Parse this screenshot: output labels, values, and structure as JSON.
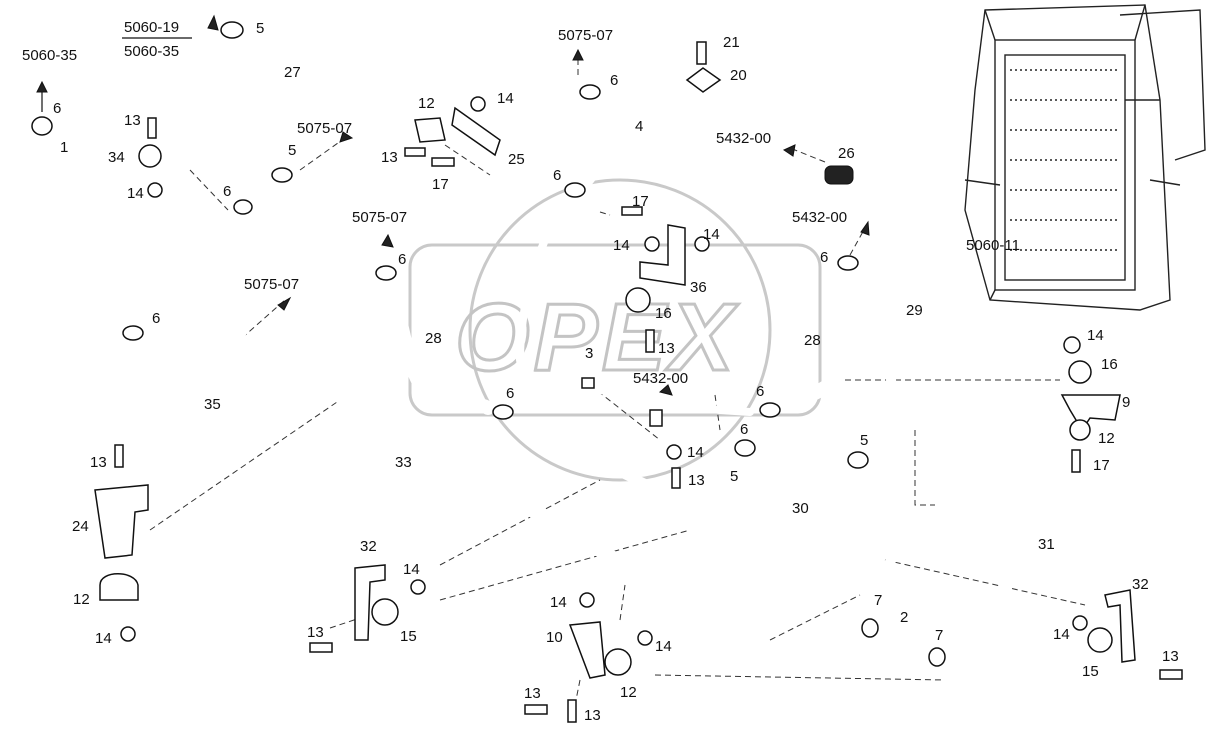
{
  "watermark": "OPEX",
  "part_labels": [
    {
      "id": "p1",
      "text": "1"
    },
    {
      "id": "p2",
      "text": "2"
    },
    {
      "id": "p3",
      "text": "3"
    },
    {
      "id": "p4",
      "text": "4"
    },
    {
      "id": "p5a",
      "text": "5"
    },
    {
      "id": "p5b",
      "text": "5"
    },
    {
      "id": "p5c",
      "text": "5"
    },
    {
      "id": "p5d",
      "text": "5"
    },
    {
      "id": "p6a",
      "text": "6"
    },
    {
      "id": "p6b",
      "text": "6"
    },
    {
      "id": "p6c",
      "text": "6"
    },
    {
      "id": "p6d",
      "text": "6"
    },
    {
      "id": "p6e",
      "text": "6"
    },
    {
      "id": "p6f",
      "text": "6"
    },
    {
      "id": "p6g",
      "text": "6"
    },
    {
      "id": "p6h",
      "text": "6"
    },
    {
      "id": "p6i",
      "text": "6"
    },
    {
      "id": "p6j",
      "text": "6"
    },
    {
      "id": "p7a",
      "text": "7"
    },
    {
      "id": "p7b",
      "text": "7"
    },
    {
      "id": "p9",
      "text": "9"
    },
    {
      "id": "p10",
      "text": "10"
    },
    {
      "id": "p12a",
      "text": "12"
    },
    {
      "id": "p12b",
      "text": "12"
    },
    {
      "id": "p12c",
      "text": "12"
    },
    {
      "id": "p12d",
      "text": "12"
    },
    {
      "id": "p13a",
      "text": "13"
    },
    {
      "id": "p13b",
      "text": "13"
    },
    {
      "id": "p13c",
      "text": "13"
    },
    {
      "id": "p13d",
      "text": "13"
    },
    {
      "id": "p13e",
      "text": "13"
    },
    {
      "id": "p13f",
      "text": "13"
    },
    {
      "id": "p13g",
      "text": "13"
    },
    {
      "id": "p13h",
      "text": "13"
    },
    {
      "id": "p13i",
      "text": "13"
    },
    {
      "id": "p14a",
      "text": "14"
    },
    {
      "id": "p14b",
      "text": "14"
    },
    {
      "id": "p14c",
      "text": "14"
    },
    {
      "id": "p14d",
      "text": "14"
    },
    {
      "id": "p14e",
      "text": "14"
    },
    {
      "id": "p14f",
      "text": "14"
    },
    {
      "id": "p14g",
      "text": "14"
    },
    {
      "id": "p14h",
      "text": "14"
    },
    {
      "id": "p14i",
      "text": "14"
    },
    {
      "id": "p14j",
      "text": "14"
    },
    {
      "id": "p14k",
      "text": "14"
    },
    {
      "id": "p15a",
      "text": "15"
    },
    {
      "id": "p15b",
      "text": "15"
    },
    {
      "id": "p16a",
      "text": "16"
    },
    {
      "id": "p16b",
      "text": "16"
    },
    {
      "id": "p17a",
      "text": "17"
    },
    {
      "id": "p17b",
      "text": "17"
    },
    {
      "id": "p17c",
      "text": "17"
    },
    {
      "id": "p20",
      "text": "20"
    },
    {
      "id": "p21",
      "text": "21"
    },
    {
      "id": "p24",
      "text": "24"
    },
    {
      "id": "p25",
      "text": "25"
    },
    {
      "id": "p26",
      "text": "26"
    },
    {
      "id": "p27",
      "text": "27"
    },
    {
      "id": "p28a",
      "text": "28"
    },
    {
      "id": "p28b",
      "text": "28"
    },
    {
      "id": "p29",
      "text": "29"
    },
    {
      "id": "p30",
      "text": "30"
    },
    {
      "id": "p31",
      "text": "31"
    },
    {
      "id": "p32a",
      "text": "32"
    },
    {
      "id": "p32b",
      "text": "32"
    },
    {
      "id": "p33",
      "text": "33"
    },
    {
      "id": "p34",
      "text": "34"
    },
    {
      "id": "p35",
      "text": "35"
    },
    {
      "id": "p36",
      "text": "36"
    }
  ],
  "ref_labels": [
    {
      "id": "r1",
      "text": "5060-35"
    },
    {
      "id": "r2",
      "text": "5060-19"
    },
    {
      "id": "r3",
      "text": "5060-35"
    },
    {
      "id": "r4",
      "text": "5075-07"
    },
    {
      "id": "r5",
      "text": "5075-07"
    },
    {
      "id": "r6",
      "text": "5075-07"
    },
    {
      "id": "r7",
      "text": "5075-07"
    },
    {
      "id": "r8",
      "text": "5432-00"
    },
    {
      "id": "r9",
      "text": "5432-00"
    },
    {
      "id": "r10",
      "text": "5432-00"
    },
    {
      "id": "r11",
      "text": "5060-11"
    }
  ]
}
